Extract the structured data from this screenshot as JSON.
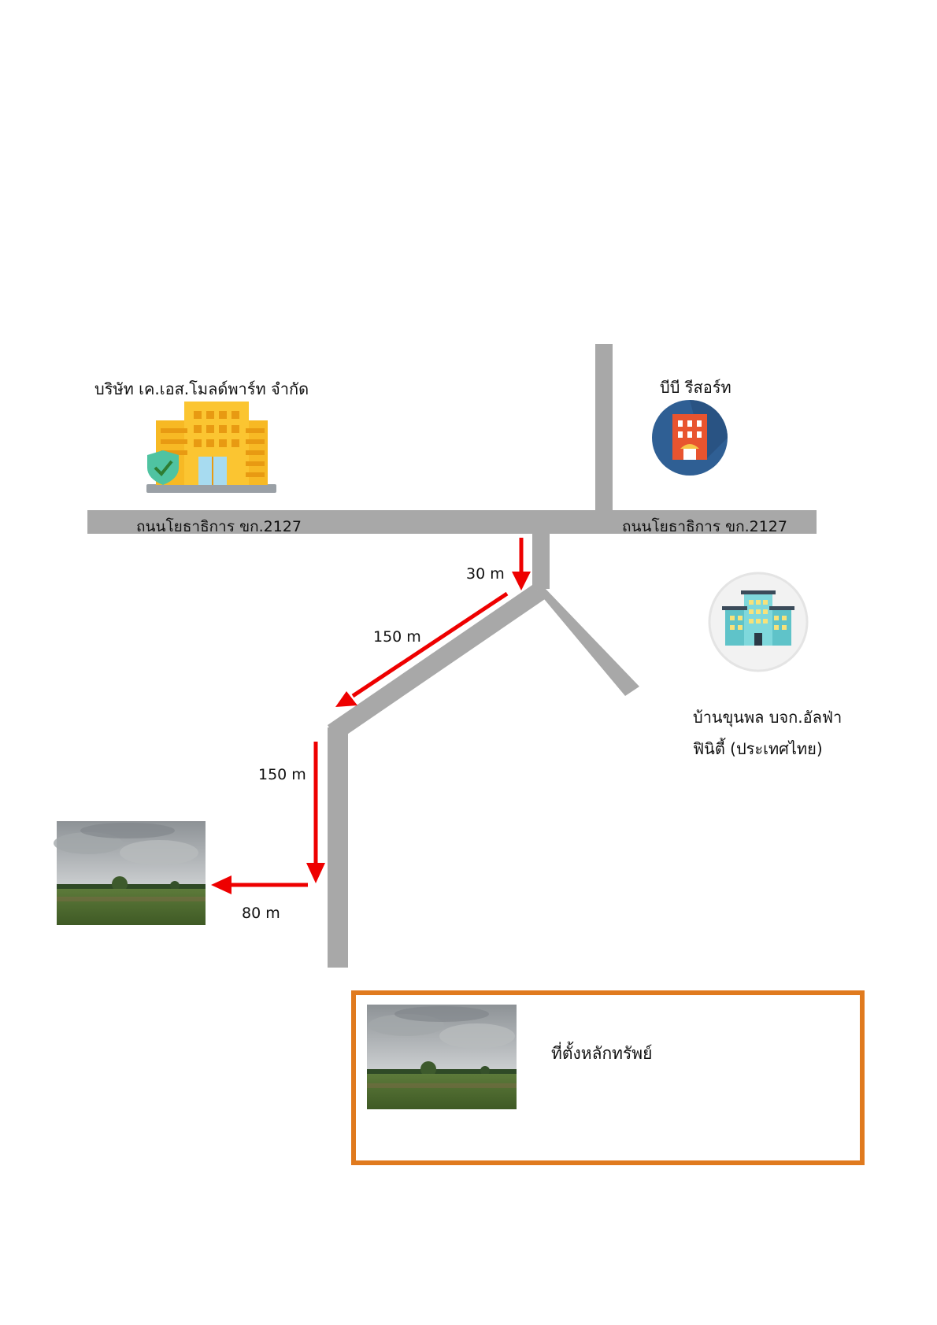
{
  "places": {
    "company": "บริษัท เค.เอส.โมลด์พาร์ท จำกัด",
    "resort": "บีบี รีสอร์ท",
    "village_line1": "บ้านขุนพล บจก.อัลฟ่า",
    "village_line2": "ฟินิตี้ (ประเทศไทย)"
  },
  "roads": {
    "main_left": "ถนนโยธาธิการ ขก.2127",
    "main_right": "ถนนโยธาธิการ ขก.2127"
  },
  "distances": {
    "d1": "30 m",
    "d2": "150 m",
    "d3": "150 m",
    "d4": "80 m"
  },
  "legend": {
    "label": "ที่ตั้งหลักทรัพย์"
  },
  "colors": {
    "road": "#a8a8a8",
    "route_arrow": "#ee0000",
    "legend_border": "#e07a1e"
  },
  "icons": {
    "company": "office-building-shield-icon",
    "resort": "hotel-building-icon",
    "village": "apartment-building-icon",
    "site": "field-photo-icon"
  }
}
